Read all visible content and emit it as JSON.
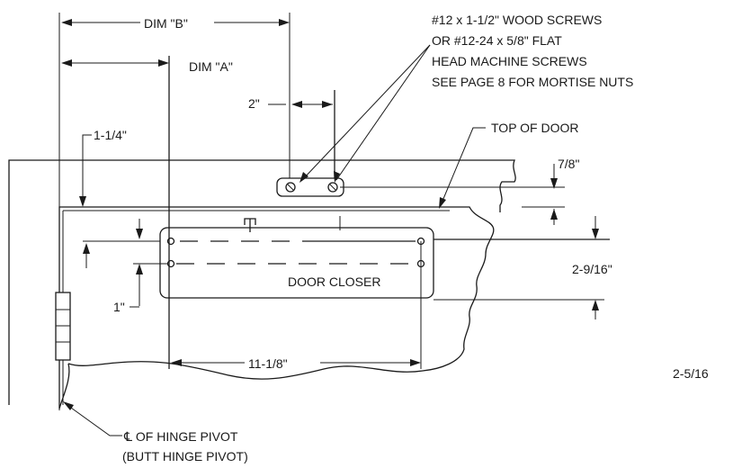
{
  "labels": {
    "dim_b": "DIM \"B\"",
    "dim_a": "DIM \"A\"",
    "screws": [
      "#12 x 1-1/2\" WOOD SCREWS",
      "OR #12-24 x 5/8\" FLAT",
      "HEAD MACHINE SCREWS",
      "SEE PAGE 8 FOR MORTISE NUTS"
    ],
    "two_inch": "2\"",
    "top_of_door": "TOP OF DOOR",
    "one_and_quarter": "1-1/4\"",
    "seven_eighths": "7/8\"",
    "door_closer": "DOOR CLOSER",
    "two_nine_sixteenths": "2-9/16\"",
    "one_inch": "1\"",
    "eleven_one_eighth": "11-1/8\"",
    "two_five_sixteenths": "2-5/16",
    "hinge_pivot_line1": "℄ OF HINGE PIVOT",
    "hinge_pivot_line2": "(BUTT HINGE PIVOT)"
  }
}
